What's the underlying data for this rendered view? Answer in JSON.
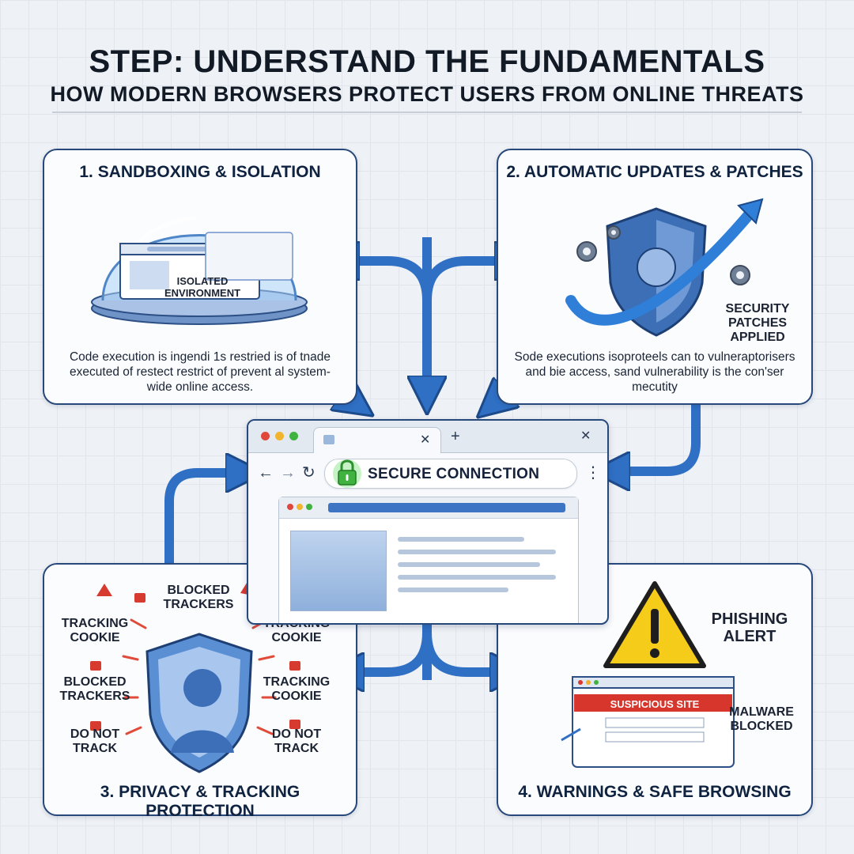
{
  "header": {
    "title": "STEP: UNDERSTAND THE FUNDAMENTALS",
    "subtitle": "HOW MODERN BROWSERS PROTECT USERS FROM ONLINE THREATS"
  },
  "panels": {
    "sandboxing": {
      "title": "1. SANDBOXING & ISOLATION",
      "dome_label": "ISOLATED ENVIRONMENT",
      "text": "Code execution is ingendi 1s restried is of tnade executed of restect restrict of prevent al system-wide online access."
    },
    "updates": {
      "title": "2. AUTOMATIC UPDATES & PATCHES",
      "shield_label": "SECURITY PATCHES APPLIED",
      "text": "Sode executions isoproteels can to vulneraptorisers and bie access, sand vulnerability is the con'ser mecutity"
    },
    "privacy": {
      "title": "3. PRIVACY & TRACKING PROTECTION",
      "labels": {
        "blocked_trackers_top": "BLOCKED TRACKERS",
        "tracking_cookie_left": "TRACKING COOKIE",
        "tracking_cookie_right": "TRACKING COOKIE",
        "blocked_trackers_left": "BLOCKED TRACKERS",
        "tracking_cookie_right2": "TRACKING COOKIE",
        "do_not_track_left": "DO NOT TRACK",
        "do_not_track_right": "DO NOT TRACK"
      }
    },
    "warnings": {
      "title": "4. WARNINGS & SAFE BROWSING",
      "alert_label": "PHISHING ALERT",
      "site_banner": "SUSPICIOUS SITE",
      "malware_label": "MALWARE BLOCKED"
    }
  },
  "center_browser": {
    "address_text": "SECURE CONNECTION"
  },
  "colors": {
    "arrow_blue": "#2f6fc4",
    "panel_border": "#27487a",
    "lock_green": "#3fb23f",
    "warning_yellow": "#f6cc1b",
    "danger_red": "#d73a2f"
  }
}
